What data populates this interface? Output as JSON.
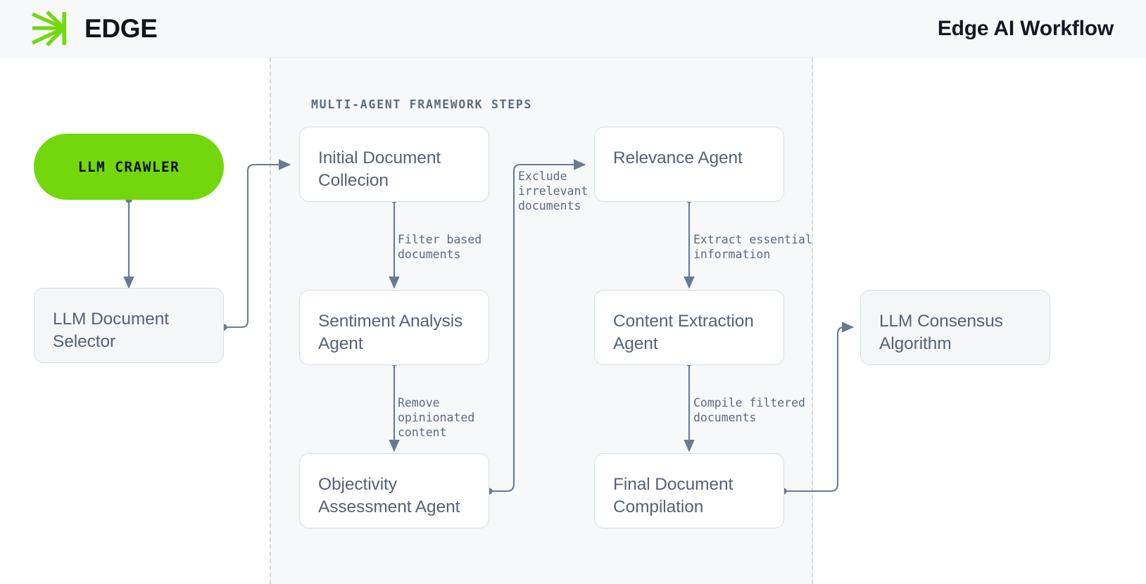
{
  "header": {
    "logo_icon": "edge-rays-logo-icon",
    "brand": "EDGE",
    "title": "Edge AI Workflow"
  },
  "panel": {
    "label": "MULTI-AGENT FRAMEWORK STEPS"
  },
  "colors": {
    "accent_green": "#72d80c",
    "header_bg": "#f7f8fa",
    "panel_bg": "#f6f8fa",
    "node_border": "#d3dfe6",
    "node_text": "#566178",
    "edge_stroke": "#6a7a90",
    "dashed_border": "#d5dade"
  },
  "nodes": [
    {
      "id": "llm-crawler",
      "label": "LLM CRAWLER",
      "shape": "pill"
    },
    {
      "id": "llm-document-selector",
      "label": "LLM Document Selector",
      "shape": "box"
    },
    {
      "id": "initial-document-collecion",
      "label": "Initial Document Collecion",
      "shape": "box"
    },
    {
      "id": "sentiment-analysis-agent",
      "label": "Sentiment Analysis Agent",
      "shape": "box"
    },
    {
      "id": "objectivity-assessment-agent",
      "label": "Objectivity Assessment Agent",
      "shape": "box"
    },
    {
      "id": "relevance-agent",
      "label": "Relevance Agent",
      "shape": "box"
    },
    {
      "id": "content-extraction-agent",
      "label": "Content Extraction Agent",
      "shape": "box"
    },
    {
      "id": "final-document-compilation",
      "label": "Final Document Compilation",
      "shape": "box"
    },
    {
      "id": "llm-consensus-algorithm",
      "label": "LLM Consensus Algorithm",
      "shape": "box"
    }
  ],
  "edge_labels": [
    {
      "id": "filter-based-documents",
      "text": "Filter based\ndocuments"
    },
    {
      "id": "exclude-irrelevant-documents",
      "text": "Exclude\nirrelevant\ndocuments"
    },
    {
      "id": "extract-essential-information",
      "text": "Extract essential\ninformation"
    },
    {
      "id": "remove-opinionated-content",
      "text": "Remove\nopinionated\ncontent"
    },
    {
      "id": "compile-filtered-documents",
      "text": "Compile filtered\ndocuments"
    }
  ]
}
